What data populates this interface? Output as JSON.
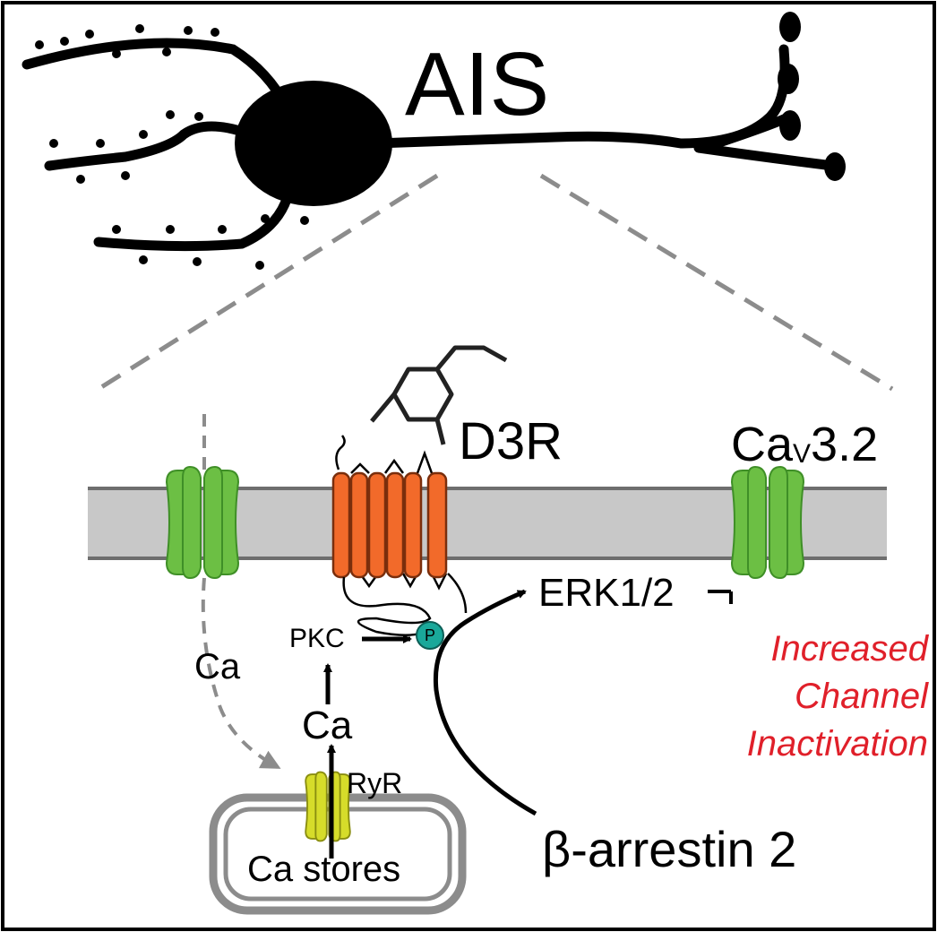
{
  "labels": {
    "title": "AIS",
    "receptor": "D3R",
    "channel_base": "Ca",
    "channel_sub": "V",
    "channel_suffix": "3.2",
    "erk": "ERK1/2",
    "pkc": "PKC",
    "ca_influx": "Ca",
    "ca_release": "Ca",
    "ryr": "RyR",
    "ca_stores": "Ca stores",
    "arrestin": "β-arrestin 2",
    "phospho": "P"
  },
  "effect_lines": [
    "Increased",
    "Channel",
    "Inactivation"
  ],
  "colors": {
    "membrane": "#c8c8c8",
    "membrane_edge": "#6e6e6e",
    "channel": "#6cbf44",
    "channel_edge": "#3f8f27",
    "receptor": "#f26a2a",
    "receptor_edge": "#7a2e0c",
    "ryr": "#d6dc2a",
    "ryr_edge": "#8a8e10",
    "phospho": "#1aa89a",
    "effect_text": "#e0202a",
    "dashed": "#8c8c8c"
  },
  "icons": [
    "neuron-icon",
    "ligand-molecule-icon",
    "calcium-channel-icon",
    "d3-receptor-icon",
    "ryanodine-receptor-icon",
    "phosphate-icon"
  ]
}
